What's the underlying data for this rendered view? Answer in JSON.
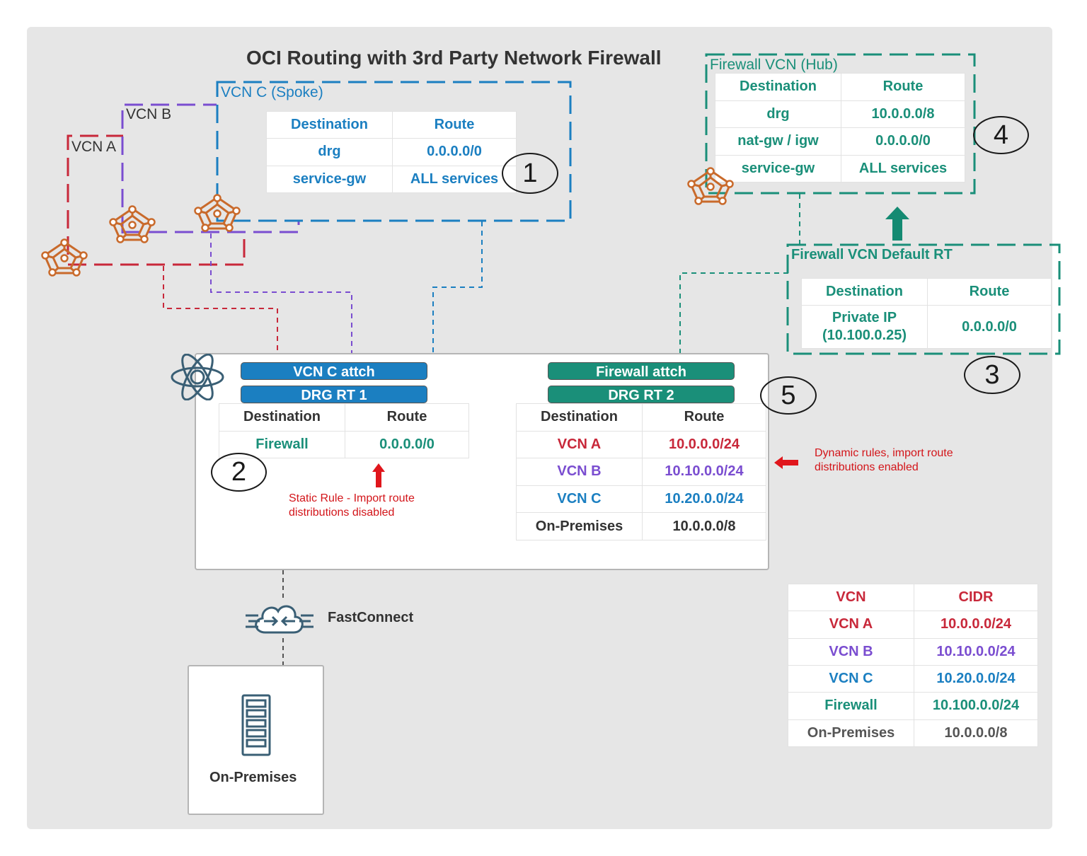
{
  "title": "OCI Routing with 3rd Party Network Firewall",
  "colors": {
    "vcn_a": "#c8283a",
    "vcn_b": "#7a4dd0",
    "vcn_c": "#1b7fc1",
    "firewall": "#1a8f79",
    "dark": "#333333",
    "note_red": "#d3151a",
    "router_orange": "#c96a2b"
  },
  "icons": [
    "router-icon",
    "drg-icon",
    "fastconnect-icon",
    "server-icon",
    "up-arrow-icon",
    "left-arrow-icon"
  ],
  "vcn_labels": {
    "vcn_a": "VCN A",
    "vcn_b": "VCN B",
    "vcn_c": "VCN C (Spoke)",
    "firewall_hub": "Firewall VCN (Hub)",
    "firewall_default_rt": "Firewall VCN Default RT"
  },
  "vcn_c_table": {
    "headers": [
      "Destination",
      "Route"
    ],
    "rows": [
      [
        "drg",
        "0.0.0.0/0"
      ],
      [
        "service-gw",
        "ALL services"
      ]
    ]
  },
  "firewall_hub_table": {
    "headers": [
      "Destination",
      "Route"
    ],
    "rows": [
      [
        "drg",
        "10.0.0.0/8"
      ],
      [
        "nat-gw / igw",
        "0.0.0.0/0"
      ],
      [
        "service-gw",
        "ALL services"
      ]
    ]
  },
  "firewall_default_rt_table": {
    "headers": [
      "Destination",
      "Route"
    ],
    "rows": [
      [
        "Private IP\n(10.100.0.25)",
        "0.0.0.0/0"
      ]
    ]
  },
  "drg": {
    "vcn_c_attch": "VCN C attch",
    "drg_rt_1": "DRG RT 1",
    "firewall_attch": "Firewall attch",
    "drg_rt_2": "DRG RT 2",
    "rt1_table": {
      "headers": [
        "Destination",
        "Route"
      ],
      "rows": [
        [
          "Firewall",
          "0.0.0.0/0"
        ]
      ]
    },
    "rt2_table": {
      "headers": [
        "Destination",
        "Route"
      ],
      "rows": [
        [
          "VCN A",
          "10.0.0.0/24"
        ],
        [
          "VCN B",
          "10.10.0.0/24"
        ],
        [
          "VCN C",
          "10.20.0.0/24"
        ],
        [
          "On-Premises",
          "10.0.0.0/8"
        ]
      ]
    }
  },
  "badges": [
    "1",
    "2",
    "3",
    "4",
    "5"
  ],
  "notes": {
    "static": "Static Rule - Import route\ndistributions disabled",
    "dynamic": "Dynamic rules, import route\ndistributions enabled"
  },
  "fastconnect": "FastConnect",
  "onprem": "On-Premises",
  "cidr_table": {
    "headers": [
      "VCN",
      "CIDR"
    ],
    "rows": [
      [
        "VCN A",
        "10.0.0.0/24"
      ],
      [
        "VCN B",
        "10.10.0.0/24"
      ],
      [
        "VCN C",
        "10.20.0.0/24"
      ],
      [
        "Firewall",
        "10.100.0.0/24"
      ],
      [
        "On-Premises",
        "10.0.0.0/8"
      ]
    ]
  }
}
